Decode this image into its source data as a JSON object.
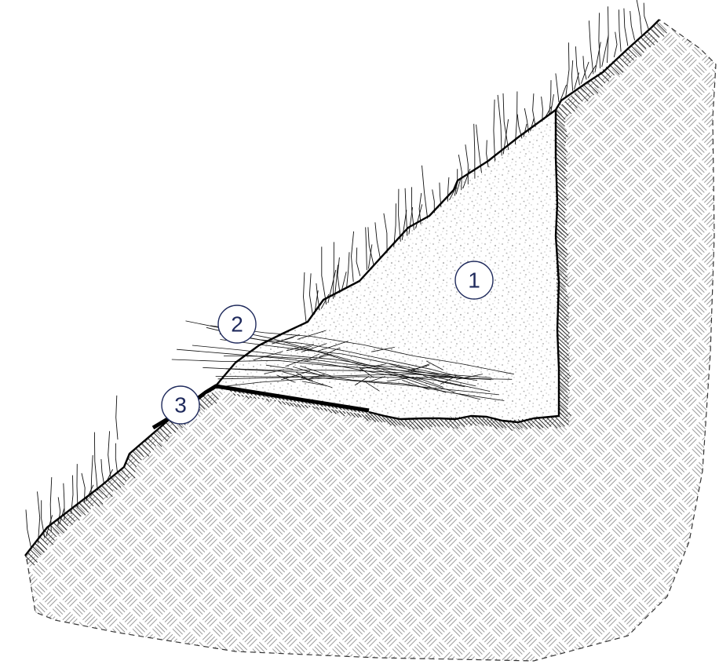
{
  "diagram": {
    "callouts": [
      {
        "id": "1",
        "label": "1"
      },
      {
        "id": "2",
        "label": "2"
      },
      {
        "id": "3",
        "label": "3"
      }
    ]
  },
  "colors": {
    "line": "#000000",
    "hatch": "#9a9a9a",
    "fill_stipple": "#a8a8a8",
    "callout": "#1f2a5c"
  }
}
